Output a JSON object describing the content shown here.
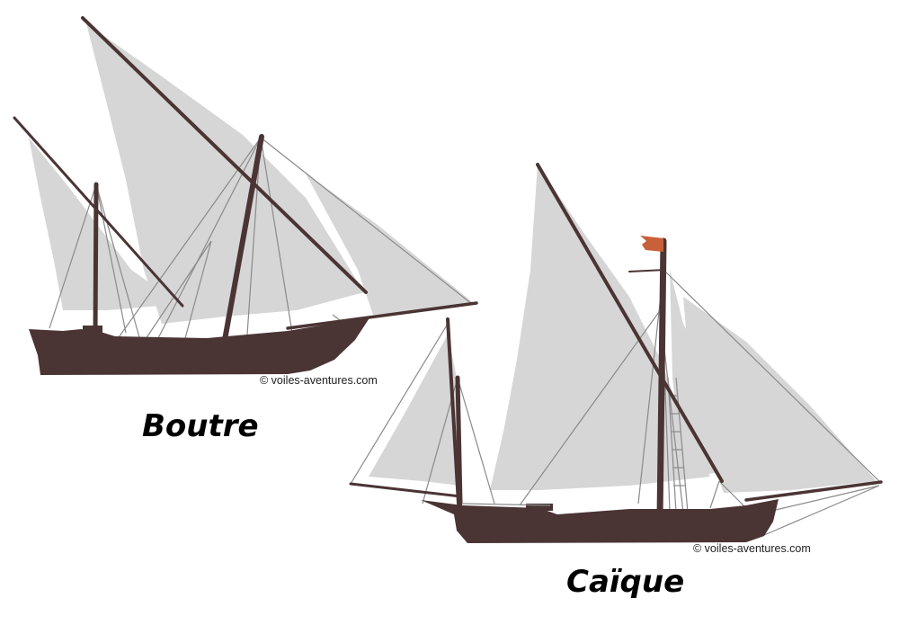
{
  "ships": [
    {
      "id": "boutre",
      "name": "Boutre",
      "credit": "© voiles-aventures.com"
    },
    {
      "id": "caique",
      "name": "Caïque",
      "credit": "© voiles-aventures.com"
    }
  ],
  "colors": {
    "hull": "#4b3434",
    "sail": "#d6d6d6",
    "rigging": "#8a8a8a",
    "flag": "#c8603a"
  }
}
